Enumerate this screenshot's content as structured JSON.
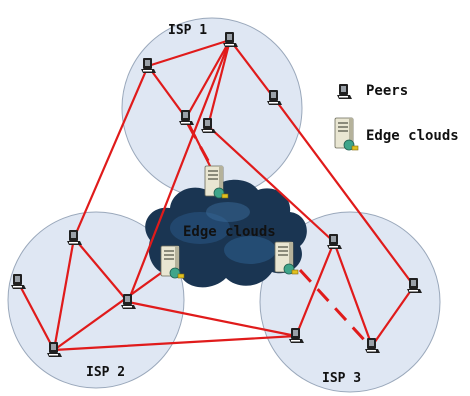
{
  "isps": [
    {
      "id": "isp1",
      "label": "ISP 1"
    },
    {
      "id": "isp2",
      "label": "ISP 2"
    },
    {
      "id": "isp3",
      "label": "ISP 3"
    }
  ],
  "edge_cloud": {
    "label": "Edge clouds"
  },
  "legend": [
    {
      "id": "peers",
      "label": "Peers",
      "icon": "peer-icon"
    },
    {
      "id": "edge-clouds",
      "label": "Edge clouds",
      "icon": "edge-server-icon"
    }
  ],
  "colors": {
    "link": "#e01b1b",
    "isp_region": "#dfe7f3",
    "cloud": "#1a3552"
  }
}
